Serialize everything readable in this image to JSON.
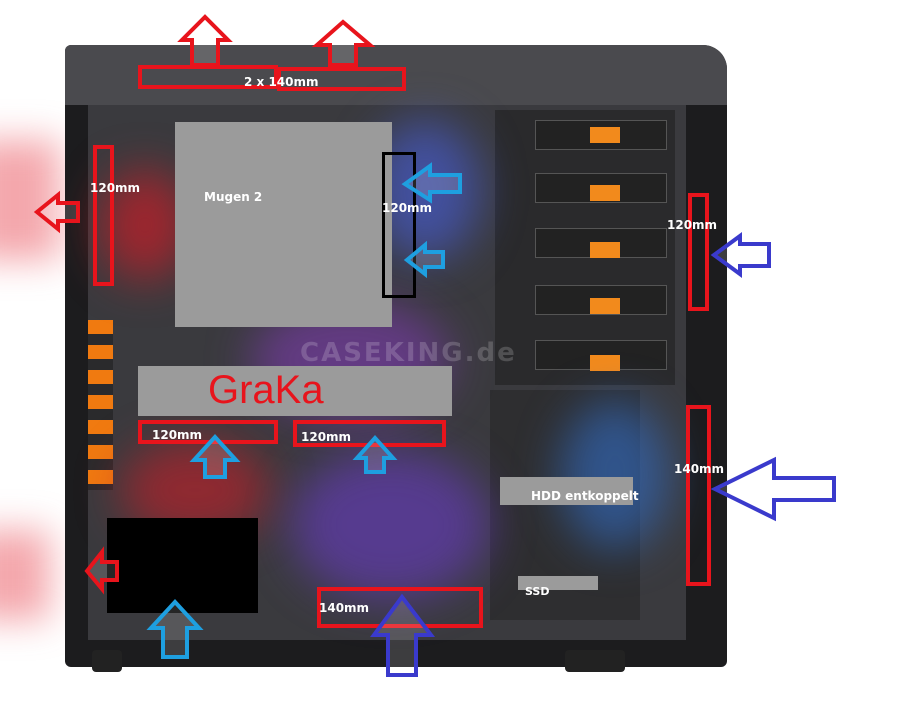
{
  "labels": {
    "top_fans": "2 x 140mm",
    "rear_fan": "120mm",
    "cooler_fan": "120mm",
    "cooler": "Mugen 2",
    "front_upper_fan": "120mm",
    "gpu": "GraKa",
    "gpu_fan_left": "120mm",
    "gpu_fan_right": "120mm",
    "front_lower_fan": "140mm",
    "hdd": "HDD entkoppelt",
    "ssd": "SSD",
    "bottom_fan": "140mm"
  },
  "watermark": "CASEKING.de",
  "colors": {
    "exhaust": "#e8141c",
    "intake_light": "#1e9fe0",
    "intake_dark": "#3a3acc",
    "box_gray": "#9b9b9b"
  }
}
